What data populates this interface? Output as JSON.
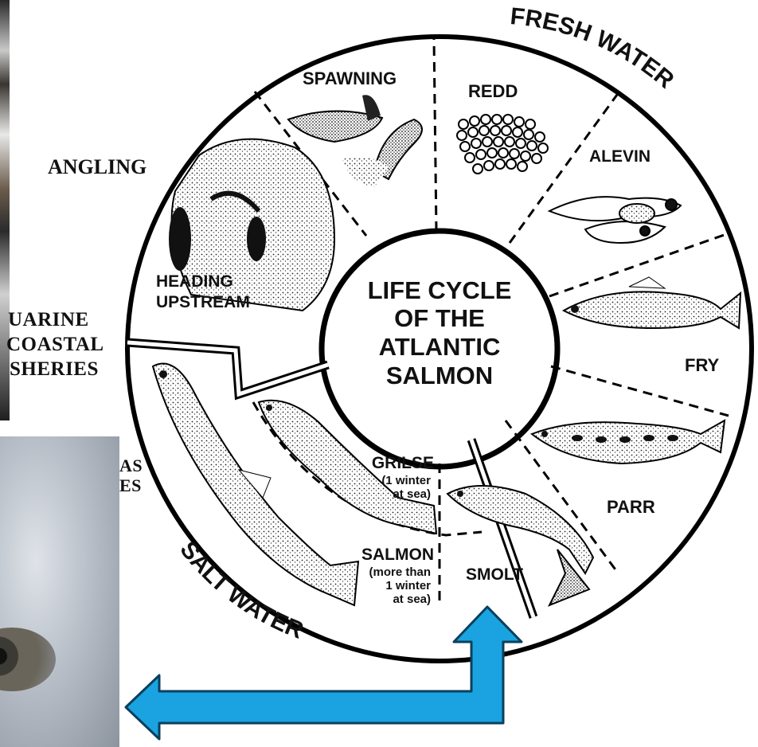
{
  "title": [
    "LIFE",
    "CYCLE",
    "OF",
    "THE",
    "ATLANTIC",
    "SALMON"
  ],
  "title_lines": [
    "LIFE  CYCLE",
    "OF  THE",
    "ATLANTIC",
    "SALMON"
  ],
  "zones": {
    "fresh_water": "FRESH WATER",
    "salt_water": "SALT WATER"
  },
  "stages": {
    "spawning": "SPAWNING",
    "redd": "REDD",
    "alevin": "ALEVIN",
    "fry": "FRY",
    "parr": "PARR",
    "smolt": "SMOLT",
    "grilse": "GRILSE",
    "grilse_note": [
      "(1 winter",
      "at sea)"
    ],
    "salmon": "SALMON",
    "salmon_note": [
      "(more than",
      "1 winter",
      "at sea)"
    ],
    "heading_upstream": [
      "HEADING",
      "UPSTREAM"
    ]
  },
  "outside_labels": {
    "angling": "ANGLING",
    "estuarine_lines": [
      "UARINE",
      "COASTAL",
      "SHERIES"
    ],
    "high_seas_lines": [
      "AS",
      "ES"
    ]
  },
  "colors": {
    "arrow": "#1aa3e0",
    "arrow_outline": "#0b3f5c",
    "ink": "#111111"
  },
  "icons": [
    "redd-eggs-icon",
    "fish-icon",
    "arrow-icon"
  ]
}
